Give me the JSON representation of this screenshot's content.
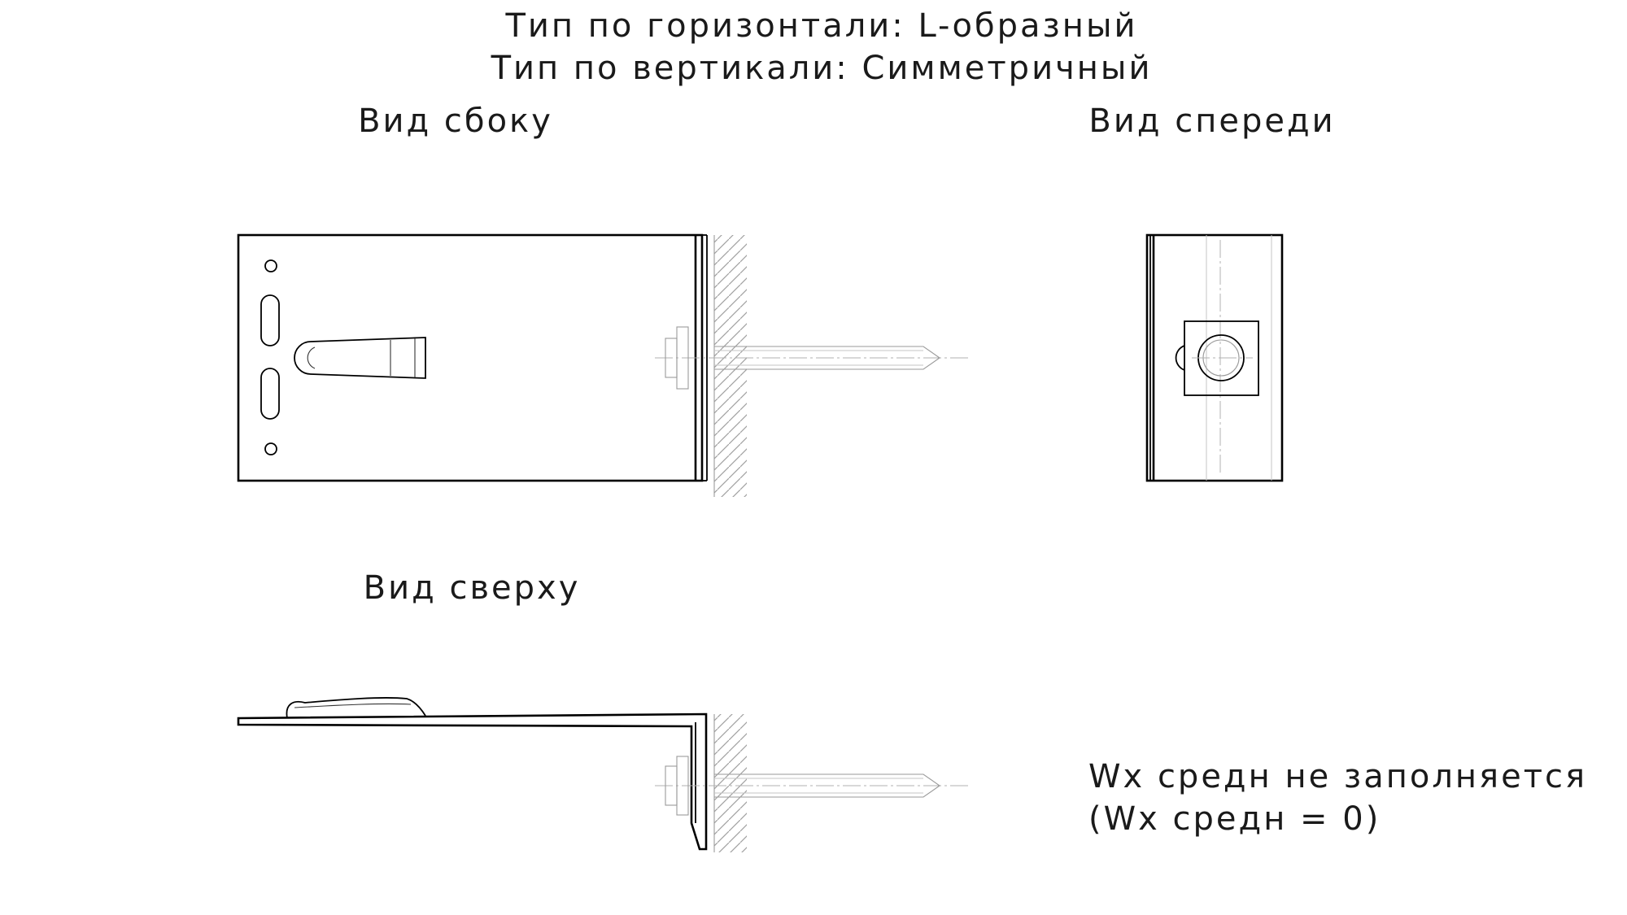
{
  "header": {
    "line1": "Тип по горизонтали: L-образный",
    "line2": "Тип по вертикали: Симметричный"
  },
  "views": {
    "side": "Вид сбоку",
    "front": "Вид спереди",
    "top": "Вид сверху"
  },
  "note": {
    "line1": "Wx средн не  заполняется",
    "line2": "(Wx средн = 0)"
  }
}
